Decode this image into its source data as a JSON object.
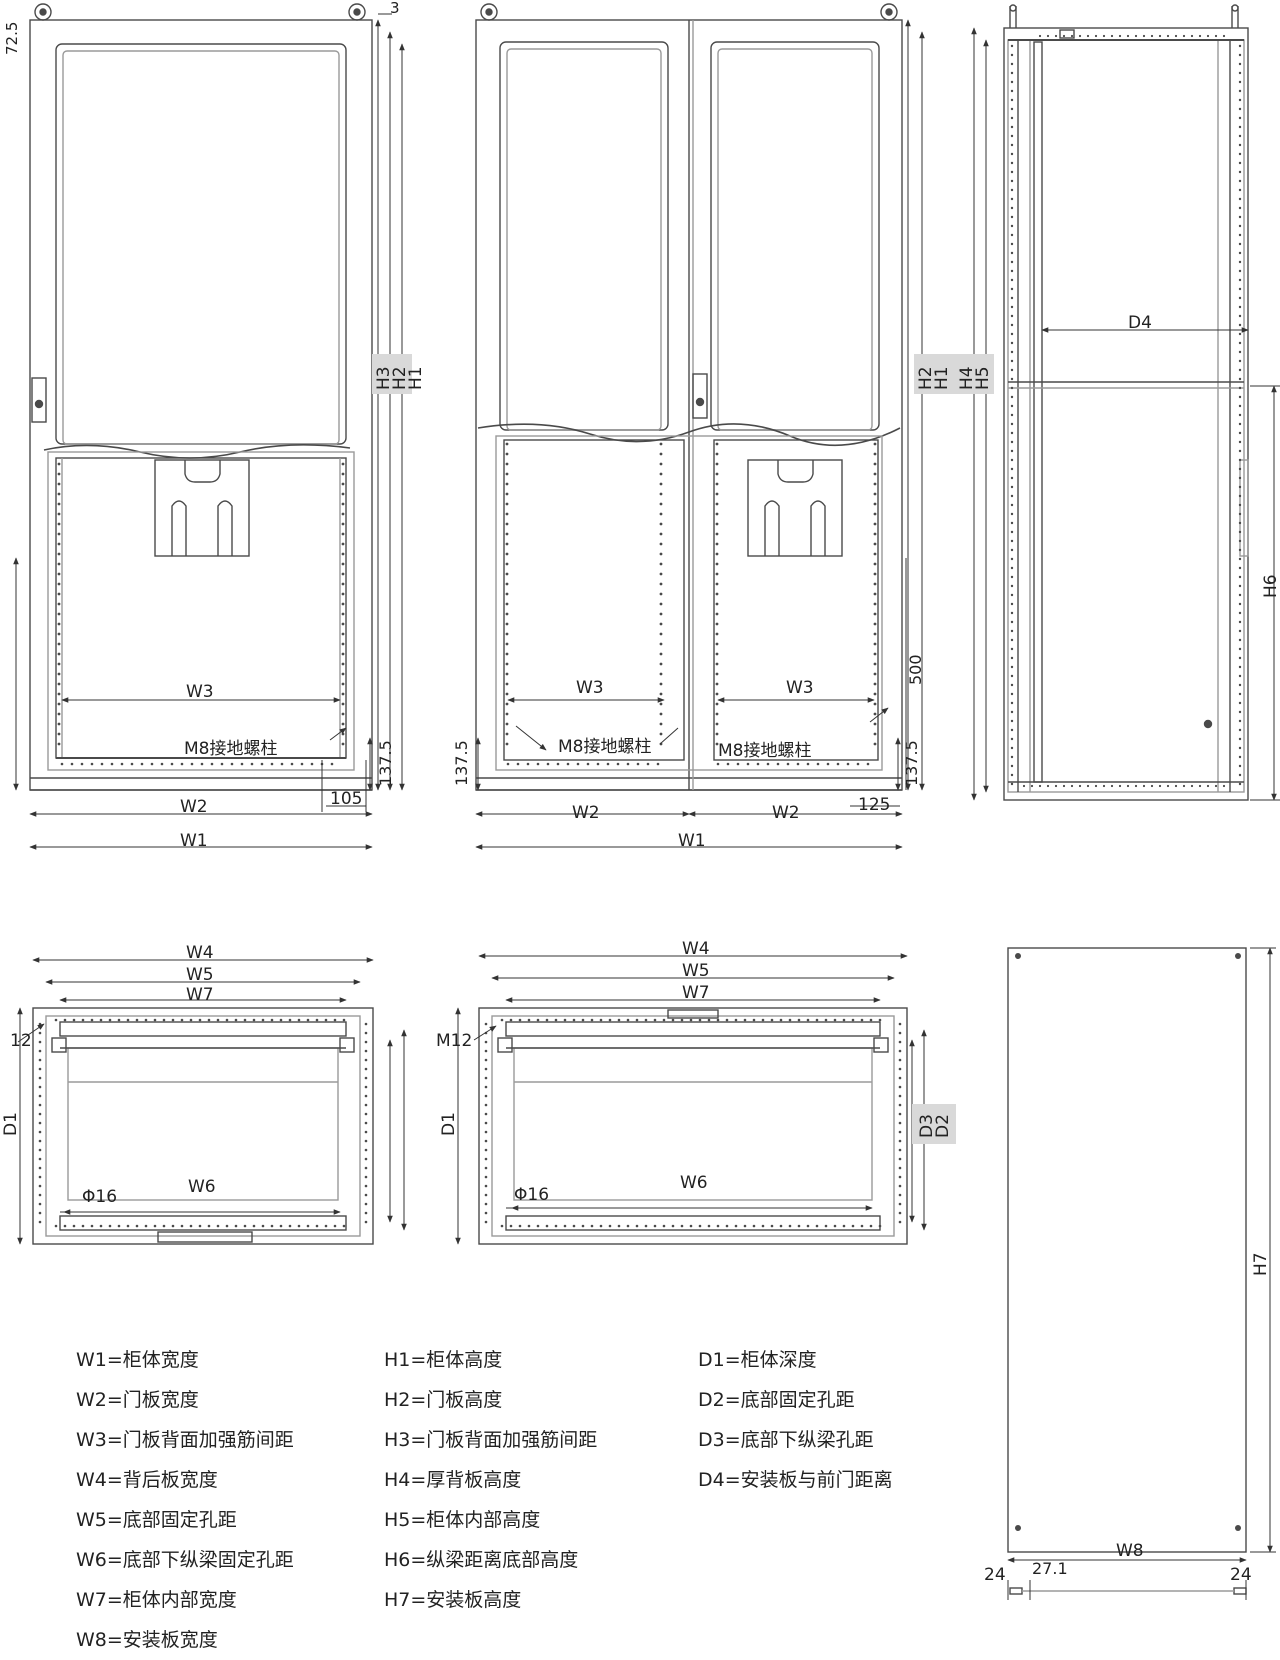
{
  "labels": {
    "dim_72_5": "72.5",
    "dim_3": "3",
    "dim_105": "105",
    "dim_125": "125",
    "dim_137_5": "137.5",
    "dim_500": "500",
    "dim_24": "24",
    "dim_27_1": "27.1",
    "phi16": "Φ16",
    "m12": "M12",
    "m12_partial": "12",
    "ground_bolt": "M8接地螺柱",
    "W1": "W1",
    "W2": "W2",
    "W3": "W3",
    "W4": "W4",
    "W5": "W5",
    "W6": "W6",
    "W7": "W7",
    "W8": "W8",
    "H1": "H1",
    "H2": "H2",
    "H3": "H3",
    "H4": "H4",
    "H5": "H5",
    "H6": "H6",
    "H7": "H7",
    "D1": "D1",
    "D2": "D2",
    "D3": "D3",
    "D4": "D4"
  },
  "legend": {
    "w": [
      "W1=柜体宽度",
      "W2=门板宽度",
      "W3=门板背面加强筋间距",
      "W4=背后板宽度",
      "W5=底部固定孔距",
      "W6=底部下纵梁固定孔距",
      "W7=柜体内部宽度",
      "W8=安装板宽度"
    ],
    "h": [
      "H1=柜体高度",
      "H2=门板高度",
      "H3=门板背面加强筋间距",
      "H4=厚背板高度",
      "H5=柜体内部高度",
      "H6=纵梁距离底部高度",
      "H7=安装板高度"
    ],
    "d": [
      "D1=柜体深度",
      "D2=底部固定孔距",
      "D3=底部下纵梁孔距",
      "D4=安装板与前门距离"
    ]
  },
  "colors": {
    "line": "#4a4a4a",
    "light": "#9a9a9a",
    "tag": "#d9d9d9"
  }
}
